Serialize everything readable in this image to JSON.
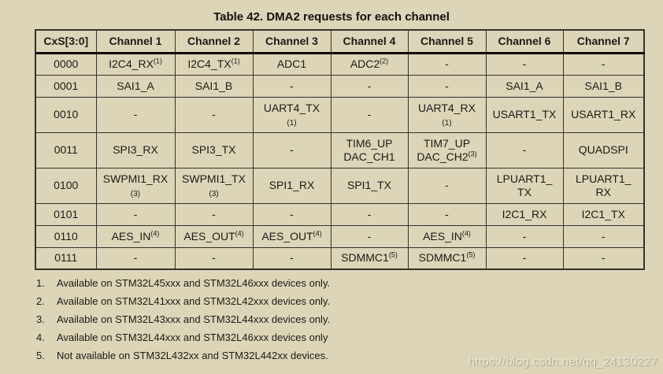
{
  "title": "Table 42. DMA2 requests for each channel",
  "colors": {
    "background": "#ddd5b8",
    "border": "#36312a",
    "header_separator": "#0f0d0a",
    "text": "#1d1a15",
    "watermark": "rgba(255,255,255,0.58)"
  },
  "table": {
    "headers": [
      "CxS[3:0]",
      "Channel 1",
      "Channel 2",
      "Channel 3",
      "Channel 4",
      "Channel 5",
      "Channel 6",
      "Channel 7"
    ],
    "rows": [
      {
        "code": "0000",
        "cells": [
          "I2C4_RX^(1)",
          "I2C4_TX^(1)",
          "ADC1",
          "ADC2^(2)",
          "-",
          "-",
          "-"
        ]
      },
      {
        "code": "0001",
        "cells": [
          "SAI1_A",
          "SAI1_B",
          "-",
          "-",
          "-",
          "SAI1_A",
          "SAI1_B"
        ]
      },
      {
        "code": "0010",
        "cells": [
          "-",
          "-",
          "UART4_TX\n^(1)",
          "-",
          "UART4_RX\n^(1)",
          "USART1_TX",
          "USART1_RX"
        ]
      },
      {
        "code": "0011",
        "cells": [
          "SPI3_RX",
          "SPI3_TX",
          "-",
          "TIM6_UP\nDAC_CH1",
          "TIM7_UP\nDAC_CH2^(3)",
          "-",
          "QUADSPI"
        ]
      },
      {
        "code": "0100",
        "cells": [
          "SWPMI1_RX\n^(3)",
          "SWPMI1_TX\n^(3)",
          "SPI1_RX",
          "SPI1_TX",
          "-",
          "LPUART1_\nTX",
          "LPUART1_\nRX"
        ]
      },
      {
        "code": "0101",
        "cells": [
          "-",
          "-",
          "-",
          "-",
          "-",
          "I2C1_RX",
          "I2C1_TX"
        ]
      },
      {
        "code": "0110",
        "cells": [
          "AES_IN^(4)",
          "AES_OUT^(4)",
          "AES_OUT^(4)",
          "-",
          "AES_IN^(4)",
          "-",
          "-"
        ]
      },
      {
        "code": "0111",
        "cells": [
          "-",
          "-",
          "-",
          "SDMMC1^(5)",
          "SDMMC1^(5)",
          "-",
          "-"
        ]
      }
    ]
  },
  "footnotes": [
    {
      "num": "1.",
      "text": "Available on STM32L45xxx and STM32L46xxx devices only."
    },
    {
      "num": "2.",
      "text": "Available on STM32L41xxx and STM32L42xxx devices only."
    },
    {
      "num": "3.",
      "text": "Available on STM32L43xxx and STM32L44xxx devices only."
    },
    {
      "num": "4.",
      "text": "Available on STM32L44xxx and STM32L46xxx devices only"
    },
    {
      "num": "5.",
      "text": "Not available on STM32L432xx and STM32L442xx devices."
    }
  ],
  "watermark": "https://blog.csdn.net/qq_24130227"
}
